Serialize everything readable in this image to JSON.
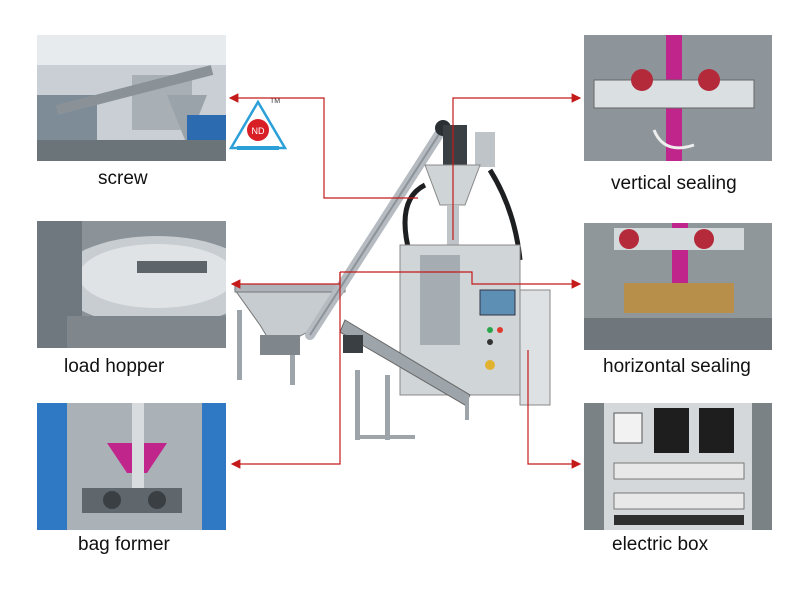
{
  "labels": {
    "screw": "screw",
    "load_hopper": "load hopper",
    "bag_former": "bag former",
    "vertical_sealing": "vertical sealing",
    "horizontal_sealing": "horizontal sealing",
    "electric_box": "electric box"
  },
  "logo": {
    "tm": "TM"
  },
  "colors": {
    "arrow": "#c41a1a",
    "steel": "#b9bec3",
    "film": "#c0258c"
  }
}
